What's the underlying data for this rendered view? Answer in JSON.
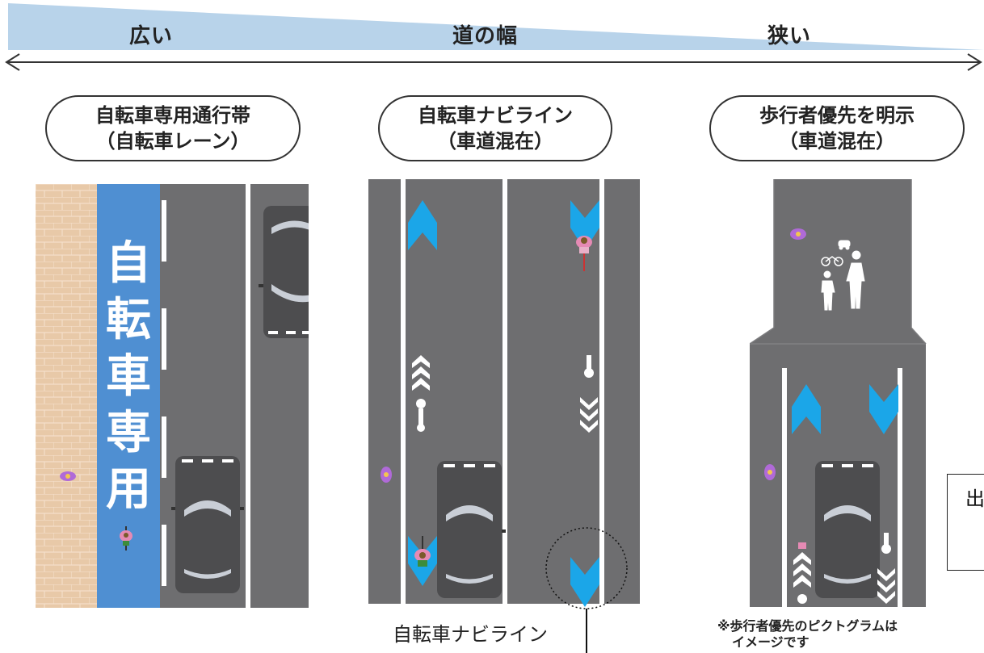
{
  "scale": {
    "left_label": "広い",
    "center_label": "道の幅",
    "right_label": "狭い"
  },
  "panels": [
    {
      "title_line1": "自転車専用通行帯",
      "title_line2": "（自転車レーン）"
    },
    {
      "title_line1": "自転車ナビライン",
      "title_line2": "（車道混在）"
    },
    {
      "title_line1": "歩行者優先を明示",
      "title_line2": "（車道混在）"
    }
  ],
  "lane_paint_text": [
    "自",
    "転",
    "車",
    "専",
    "用"
  ],
  "callout_label": "自転車ナビライン",
  "footnote_line1": "※歩行者優先のピクトグラムは",
  "footnote_line2": "イメージです",
  "source_box_text": "出",
  "colors": {
    "banner": "#b8d3ea",
    "bike_lane": "#4f8fd2",
    "road": "#6e6e70",
    "nav_arrow": "#1ba6e8",
    "sidewalk": "#e8c9a8",
    "cyclist": "#e58ab4",
    "pedestrian": "#b06ad8"
  },
  "icons": [
    "bicycle-pictogram",
    "pedestrian-pictogram",
    "car-pictogram",
    "arrow-up-icon",
    "arrow-down-icon"
  ]
}
